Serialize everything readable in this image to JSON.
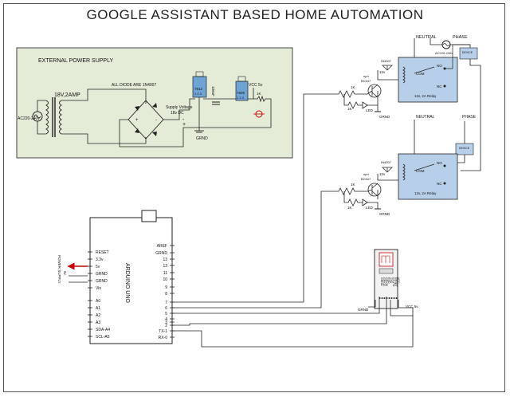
{
  "title": "GOOGLE ASSISTANT BASED HOME AUTOMATION",
  "power_supply": {
    "title": "EXTERNAL POWER SUPPLY",
    "transformer_label": "18V,2AMP",
    "diode_label": "ALL DIODE ARE 1N4007",
    "ac_label": "AC220-240v",
    "supply_voltage_label": "Supply Voltage",
    "supply_voltage_value": "18v DC",
    "reg1_label": "7812",
    "reg1_pins": "1 2 3",
    "reg2_label": "7805",
    "reg2_pins": "1 2 3",
    "vcc_label": "VCC 5v",
    "gnd_label": "GRND",
    "resistor_label": "1K",
    "plus": "+",
    "minus": "-",
    "cap_label": "100uF"
  },
  "relay1": {
    "diode": "IN4007",
    "v12": "12v",
    "com": "COM",
    "no": "NO",
    "nc": "NC",
    "label": "12v, 2A Relay",
    "transistor": "BC547",
    "npn": "npn",
    "r1": "1K",
    "r2": "1K",
    "led": "LED",
    "gnd": "GRND"
  },
  "relay2": {
    "diode": "IN4007",
    "v12": "12v",
    "com": "COM",
    "no": "NO",
    "nc": "NC",
    "label": "12v, 2A Relay",
    "transistor": "BC547",
    "npn": "npn",
    "r1": "1K",
    "r2": "1K",
    "led": "LED",
    "gnd": "GRND"
  },
  "mains": {
    "neutral_top": "NEUTRAL",
    "phase_top": "PHASE",
    "ac": "AC220-240v",
    "device1": "DEVICE",
    "neutral_mid": "NEUTRAL",
    "phase_mid": "PHASE",
    "device2": "DEVICE"
  },
  "arduino": {
    "name": "ARDUINO UNO",
    "left_pins": [
      "RESET",
      "3.3v",
      "5v",
      "GRND",
      "GRND",
      "Vin",
      "A0",
      "A1",
      "A2",
      "A3",
      "SDA-A4",
      "SCL-A5"
    ],
    "right_pins": [
      "AREF",
      "GRND",
      "13",
      "12",
      "11",
      "10",
      "9",
      "8",
      "7",
      "6",
      "5",
      "4",
      "3",
      "2",
      "TX-1",
      "RX-0"
    ],
    "power_supply_label": "POWER SUPPLY",
    "power_5v": "5v"
  },
  "esp": {
    "pins": [
      "GRND",
      "GPIO2",
      "GPIO0",
      "RXD",
      "TXD",
      "CH-PD",
      "RESET",
      "VCC"
    ],
    "gnd": "GRND",
    "vcc": "VCC 5v"
  }
}
